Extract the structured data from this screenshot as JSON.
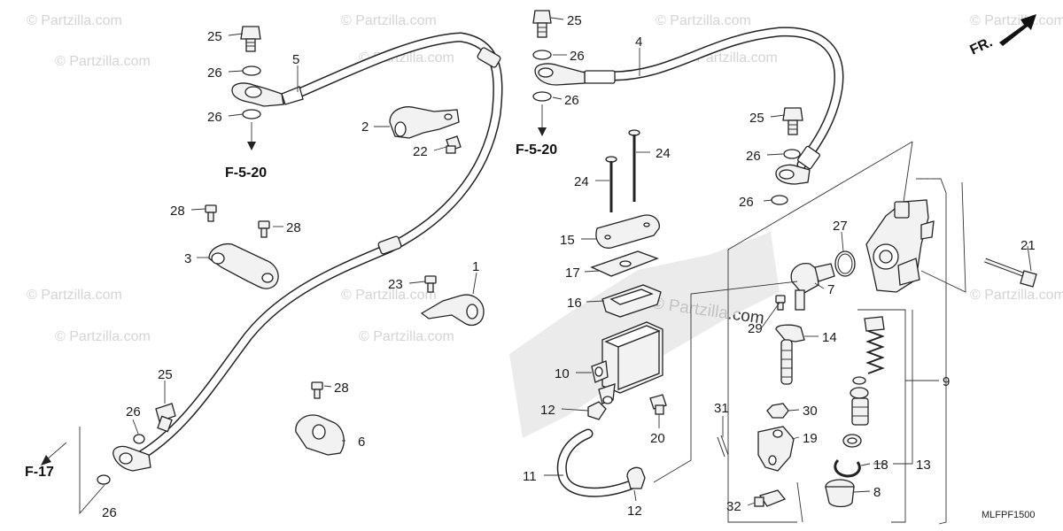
{
  "watermark": "© Partzilla.com",
  "watermark_center": "© Partzilla.com",
  "diagram_code": "MLFPF1500",
  "front_indicator": "FR.",
  "refs": {
    "f520_left": "F-5-20",
    "f520_right": "F-5-20",
    "f17": "F-17"
  },
  "callouts": {
    "c25a": "25",
    "c26a": "26",
    "c5": "5",
    "c26b": "26",
    "c2": "2",
    "c22": "22",
    "c28a": "28",
    "c28b": "28",
    "c3": "3",
    "c23": "23",
    "c1": "1",
    "c25b": "25",
    "c26c": "26",
    "c28c": "28",
    "c6": "6",
    "c26d": "26",
    "c25c": "25",
    "c26e": "26",
    "c4": "4",
    "c26f": "26",
    "c24a": "24",
    "c24b": "24",
    "c15": "15",
    "c17": "17",
    "c16": "16",
    "c10": "10",
    "c12a": "12",
    "c20": "20",
    "c11": "11",
    "c12b": "12",
    "c25d": "25",
    "c26g": "26",
    "c26h": "26",
    "c27": "27",
    "c7": "7",
    "c29": "29",
    "c14": "14",
    "c30": "30",
    "c19": "19",
    "c31": "31",
    "c32": "32",
    "c21": "21",
    "c9": "9",
    "c18": "18",
    "c13": "13",
    "c8": "8"
  }
}
